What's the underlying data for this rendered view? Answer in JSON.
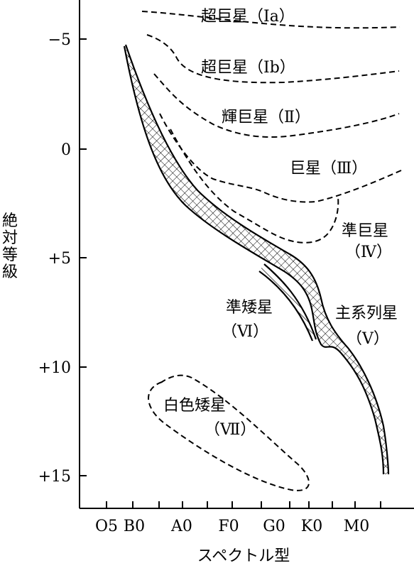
{
  "axes": {
    "x_title": "スペクトル型",
    "y_title_chars": [
      "絶",
      "対",
      "等",
      "級"
    ],
    "x_ticks": [
      "O5",
      "B0",
      "A0",
      "F0",
      "G0",
      "K0",
      "M0"
    ],
    "y_ticks": [
      "−5",
      "0",
      "+5",
      "+10",
      "+15"
    ]
  },
  "regions": {
    "supergiant_ia": "超巨星（Ⅰa）",
    "supergiant_ib": "超巨星（Ⅰb）",
    "bright_giant": "輝巨星（Ⅱ）",
    "giant": "巨星（Ⅲ）",
    "subgiant": "準巨星",
    "subgiant_class": "（Ⅳ）",
    "subdwarf": "準矮星",
    "subdwarf_class": "（Ⅵ）",
    "main_sequence": "主系列星",
    "main_sequence_class": "（Ⅴ）",
    "white_dwarf": "白色矮星",
    "white_dwarf_class": "（Ⅶ）"
  }
}
